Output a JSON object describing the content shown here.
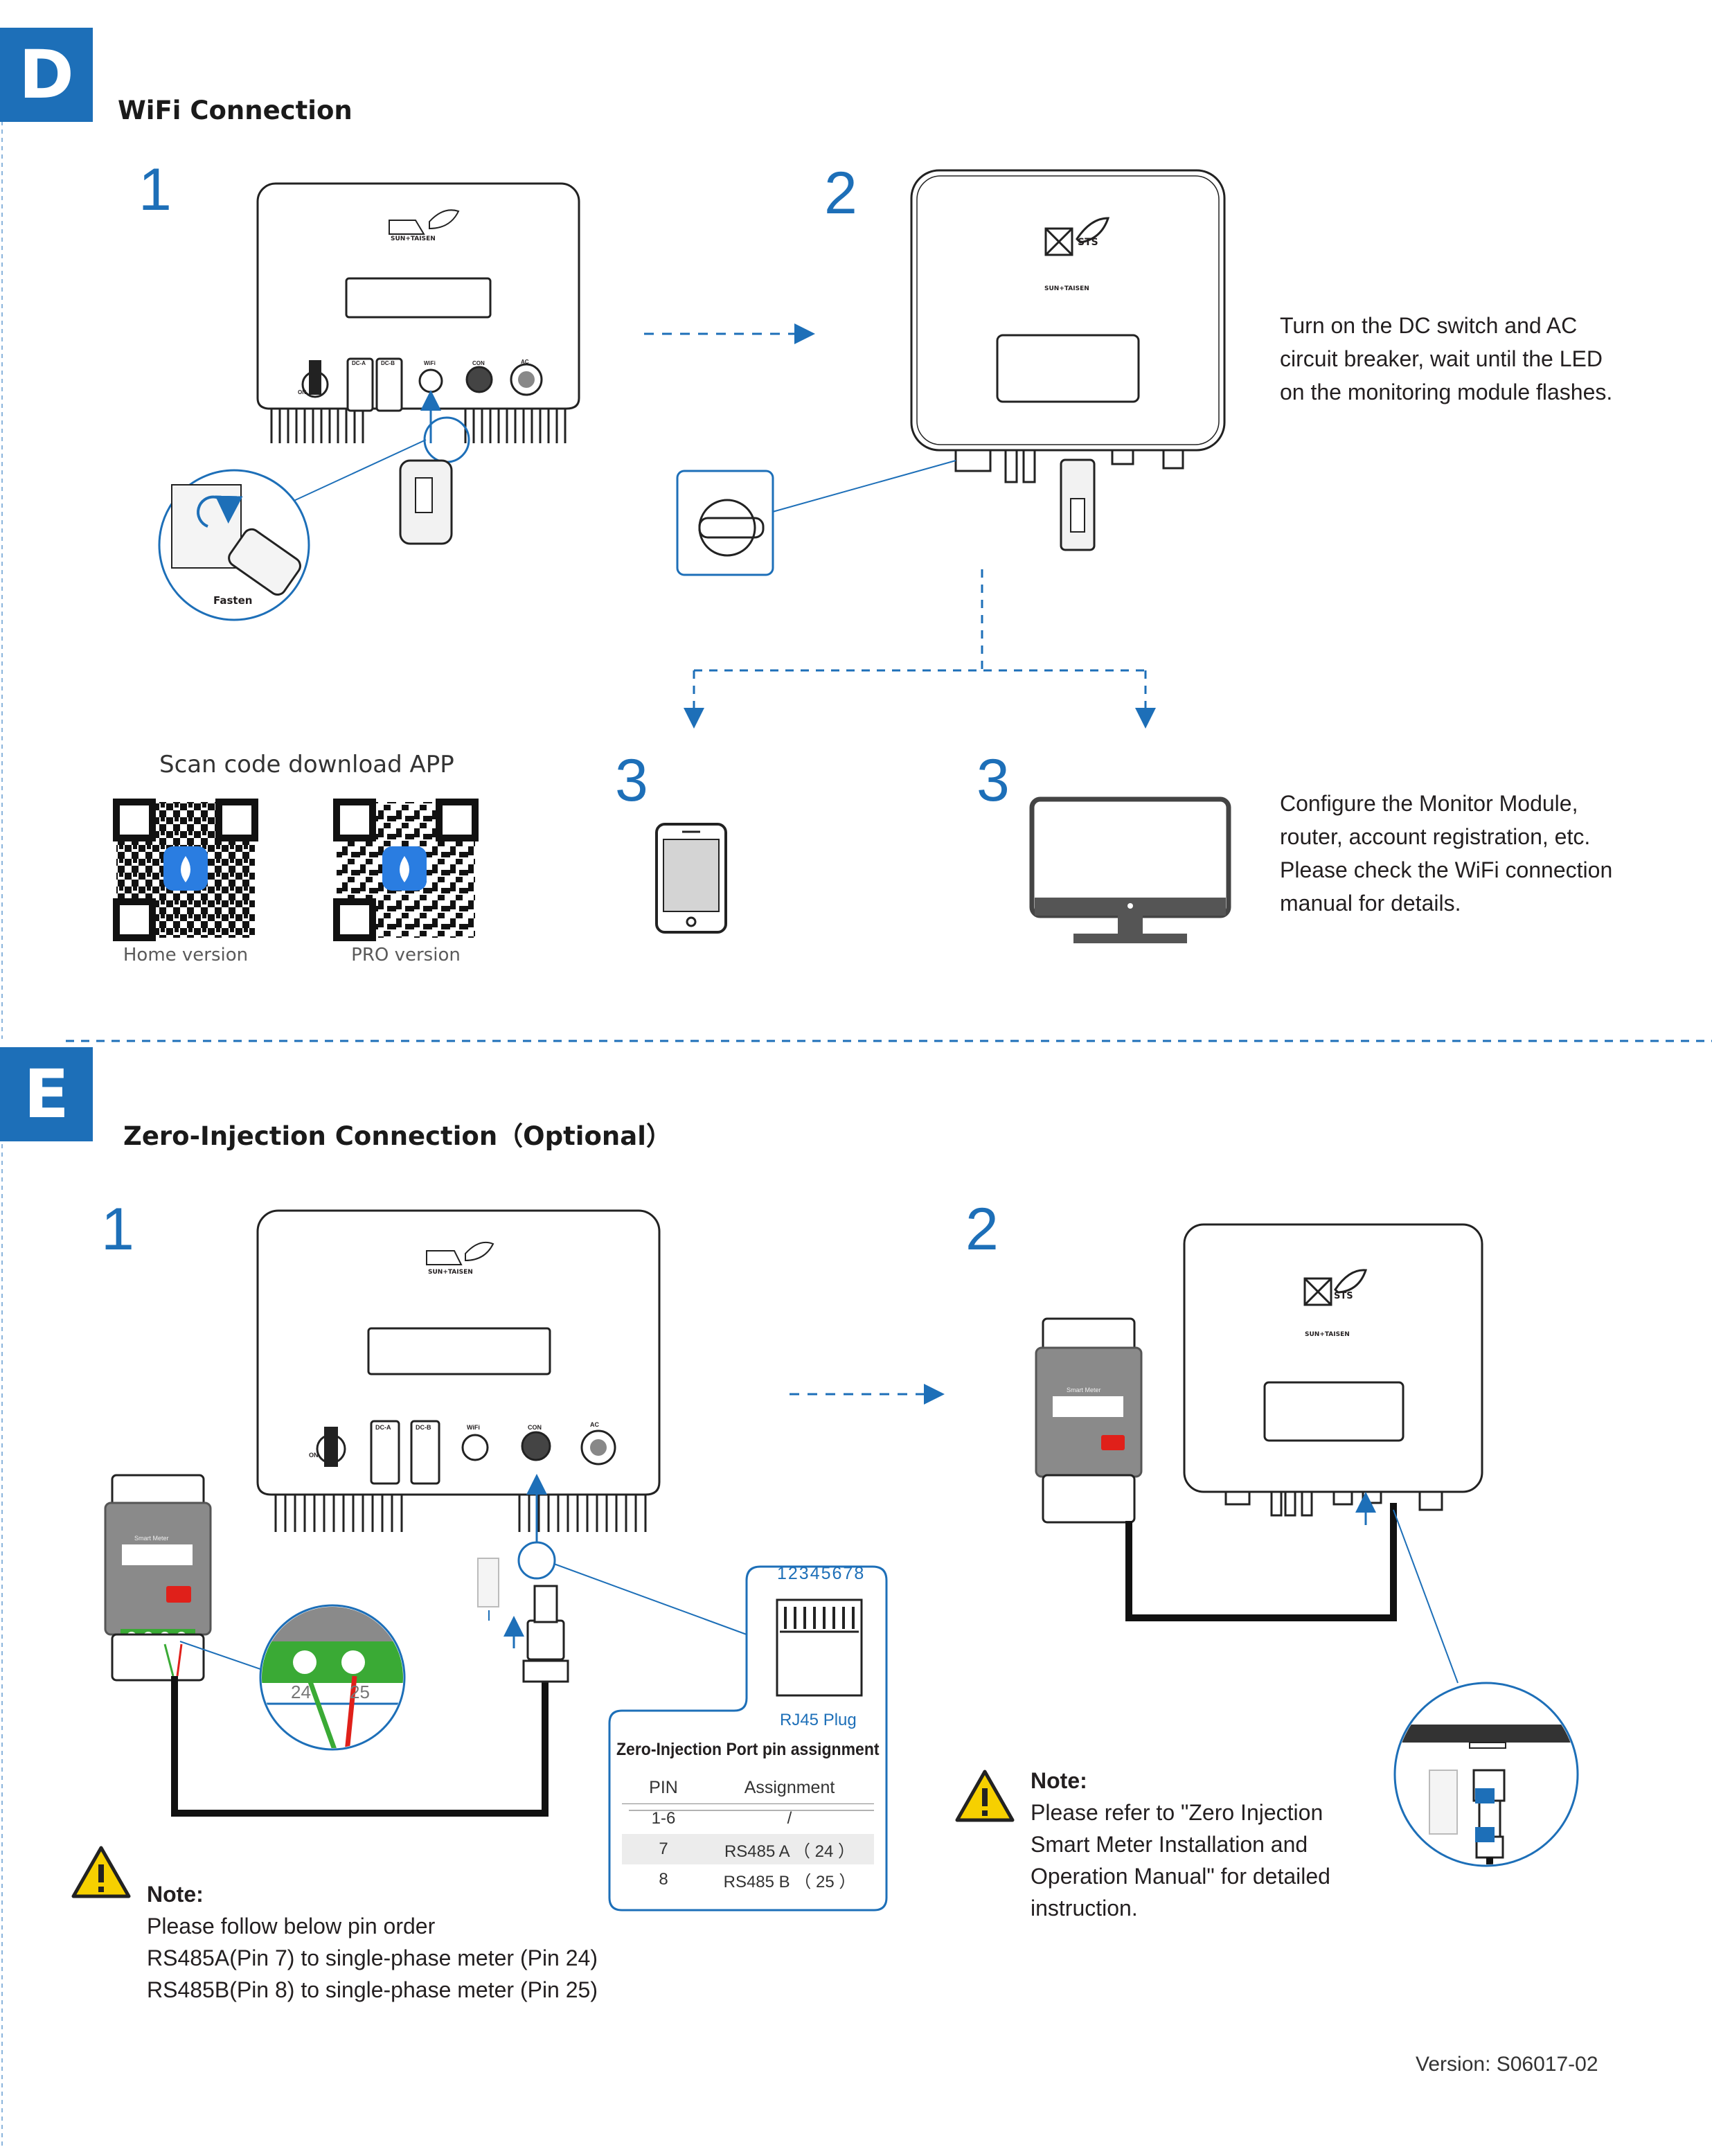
{
  "section_d": {
    "badge": "D",
    "title": "WiFi Connection",
    "step1": "1",
    "step2": "2",
    "step3a": "3",
    "step3b": "3",
    "brand_short": "STS",
    "brand_full": "SUN+TAISEN",
    "fasten_label": "Fasten",
    "port_labels": [
      "ON",
      "DC-A",
      "DC-B",
      "WiFi",
      "CON",
      "AC"
    ],
    "step2_text": "Turn on the DC switch and AC circuit breaker, wait until the LED on the monitoring module flashes.",
    "step2_lines": [
      "Turn on the DC switch and AC",
      "circuit breaker, wait until the LED",
      "on the monitoring module flashes."
    ],
    "scan_title": "Scan code download APP",
    "qr_home_label": "Home version",
    "qr_pro_label": "PRO version",
    "step3_lines": [
      "Configure the Monitor Module,",
      "router, account registration, etc.",
      "Please check the WiFi connection",
      "manual for details."
    ]
  },
  "section_e": {
    "badge": "E",
    "title": "Zero-Injection Connection（Optional）",
    "step1": "1",
    "step2": "2",
    "smart_meter_label": "Smart Meter",
    "terminal_left": "24",
    "terminal_right": "25",
    "rj45_pins": "12345678",
    "rj45_label": "RJ45 Plug",
    "pin_table_title": "Zero-Injection Port pin assignment",
    "pin_table": {
      "headers": [
        "PIN",
        "Assignment"
      ],
      "rows": [
        [
          "1-6",
          "/"
        ],
        [
          "7",
          "RS485 A （ 24 ）"
        ],
        [
          "8",
          "RS485 B （ 25 ）"
        ]
      ]
    },
    "note1_title": "Note:",
    "note1_lines": [
      "Please follow below pin order",
      "RS485A(Pin 7) to single-phase meter (Pin 24)",
      "RS485B(Pin 8) to single-phase meter (Pin 25)"
    ],
    "note2_title": "Note:",
    "note2_lines": [
      "Please refer to \"Zero Injection",
      "Smart Meter Installation and",
      "Operation Manual\" for detailed",
      "instruction."
    ]
  },
  "footer": {
    "version": "Version: S06017-02"
  },
  "colors": {
    "accent": "#1d6fb8",
    "warning": "#f6d000",
    "meter_red": "#e0201a",
    "terminal_green": "#3aaa35"
  }
}
